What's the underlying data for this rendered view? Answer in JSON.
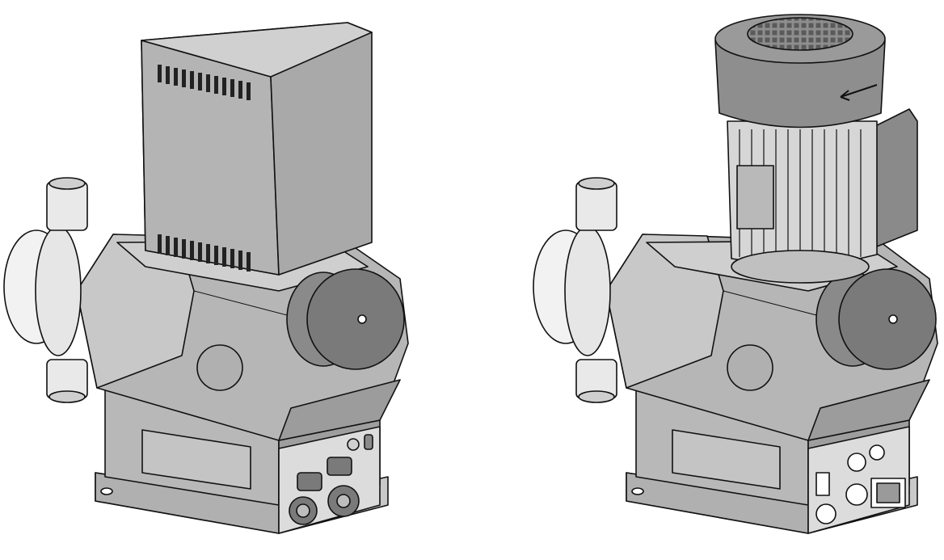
{
  "figure": {
    "pumps": [
      {
        "id": "pump-left",
        "variant": "enclosed-drive-cover"
      },
      {
        "id": "pump-right",
        "variant": "exposed-motor"
      }
    ]
  },
  "colors": {
    "background": "#ffffff",
    "body_light": "#c9c9c9",
    "body_mid": "#b0b0b0",
    "body_dark": "#8e8e8e",
    "knob": "#7a7a7a",
    "outline": "#111111",
    "head_white": "#f2f2f2"
  }
}
